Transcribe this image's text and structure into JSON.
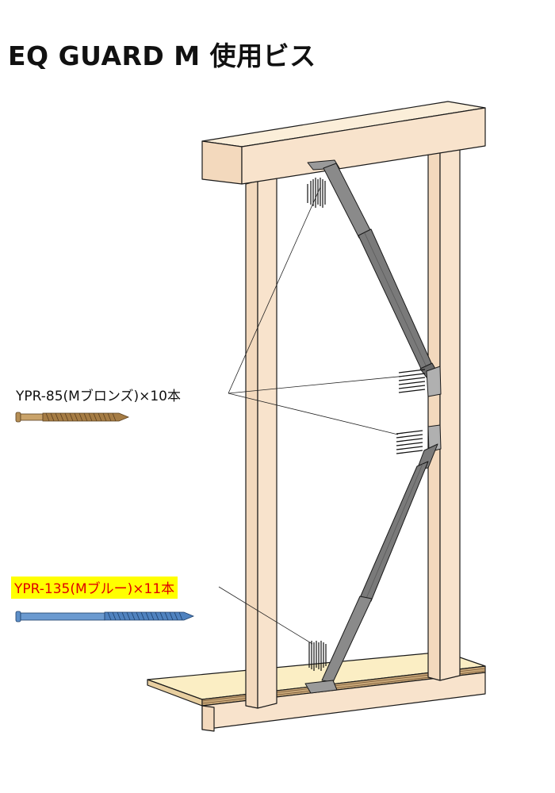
{
  "title": "EQ GUARD M 使用ビス",
  "screws": [
    {
      "label": "YPR-85(Mブロンズ)×10本",
      "color": "#b58e55"
    },
    {
      "label": "YPR-135(Mブルー)×11本",
      "color": "#5d8fc8",
      "highlight_color": "#ffff00",
      "text_color": "#e00000"
    }
  ],
  "colors": {
    "wood": "#f8e3cc",
    "plywood": "#fbeec4",
    "brace": "#7a7a7a",
    "outline": "#1a1a1a"
  }
}
